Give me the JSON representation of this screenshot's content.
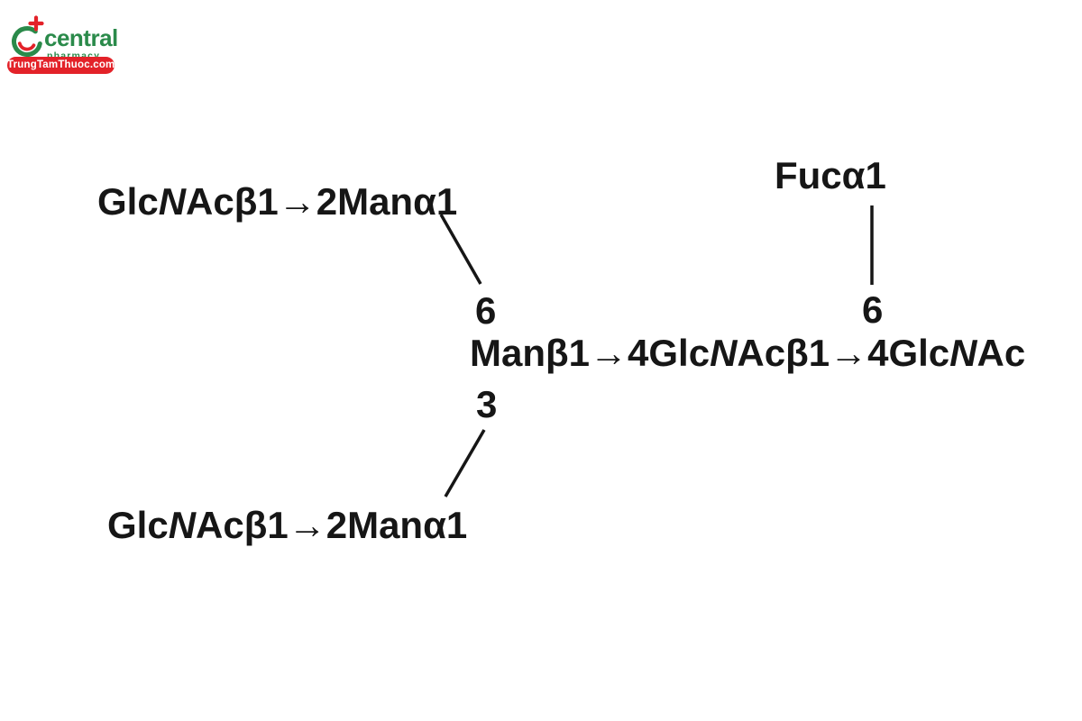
{
  "logo": {
    "brand": "central",
    "subtitle": "pharmacy",
    "banner": "TrungTamThuoc.com",
    "colors": {
      "green": "#2a8a4a",
      "red": "#e32229"
    }
  },
  "diagram": {
    "ink_color": "#161616",
    "branch_top": {
      "pre": "Glc",
      "n": "N",
      "post": "Acβ1→2Manα1"
    },
    "branch_bottom": {
      "pre": "Glc",
      "n": "N",
      "post": "Acβ1→2Manα1"
    },
    "core": {
      "s1": "Manβ1→4Glc",
      "n1": "N",
      "s2": "Acβ1→4Glc",
      "n2": "N",
      "s3": "Ac"
    },
    "fucose": "Fucα1",
    "linkages": {
      "left_6": "6",
      "left_3": "3",
      "right_6": "6"
    }
  }
}
